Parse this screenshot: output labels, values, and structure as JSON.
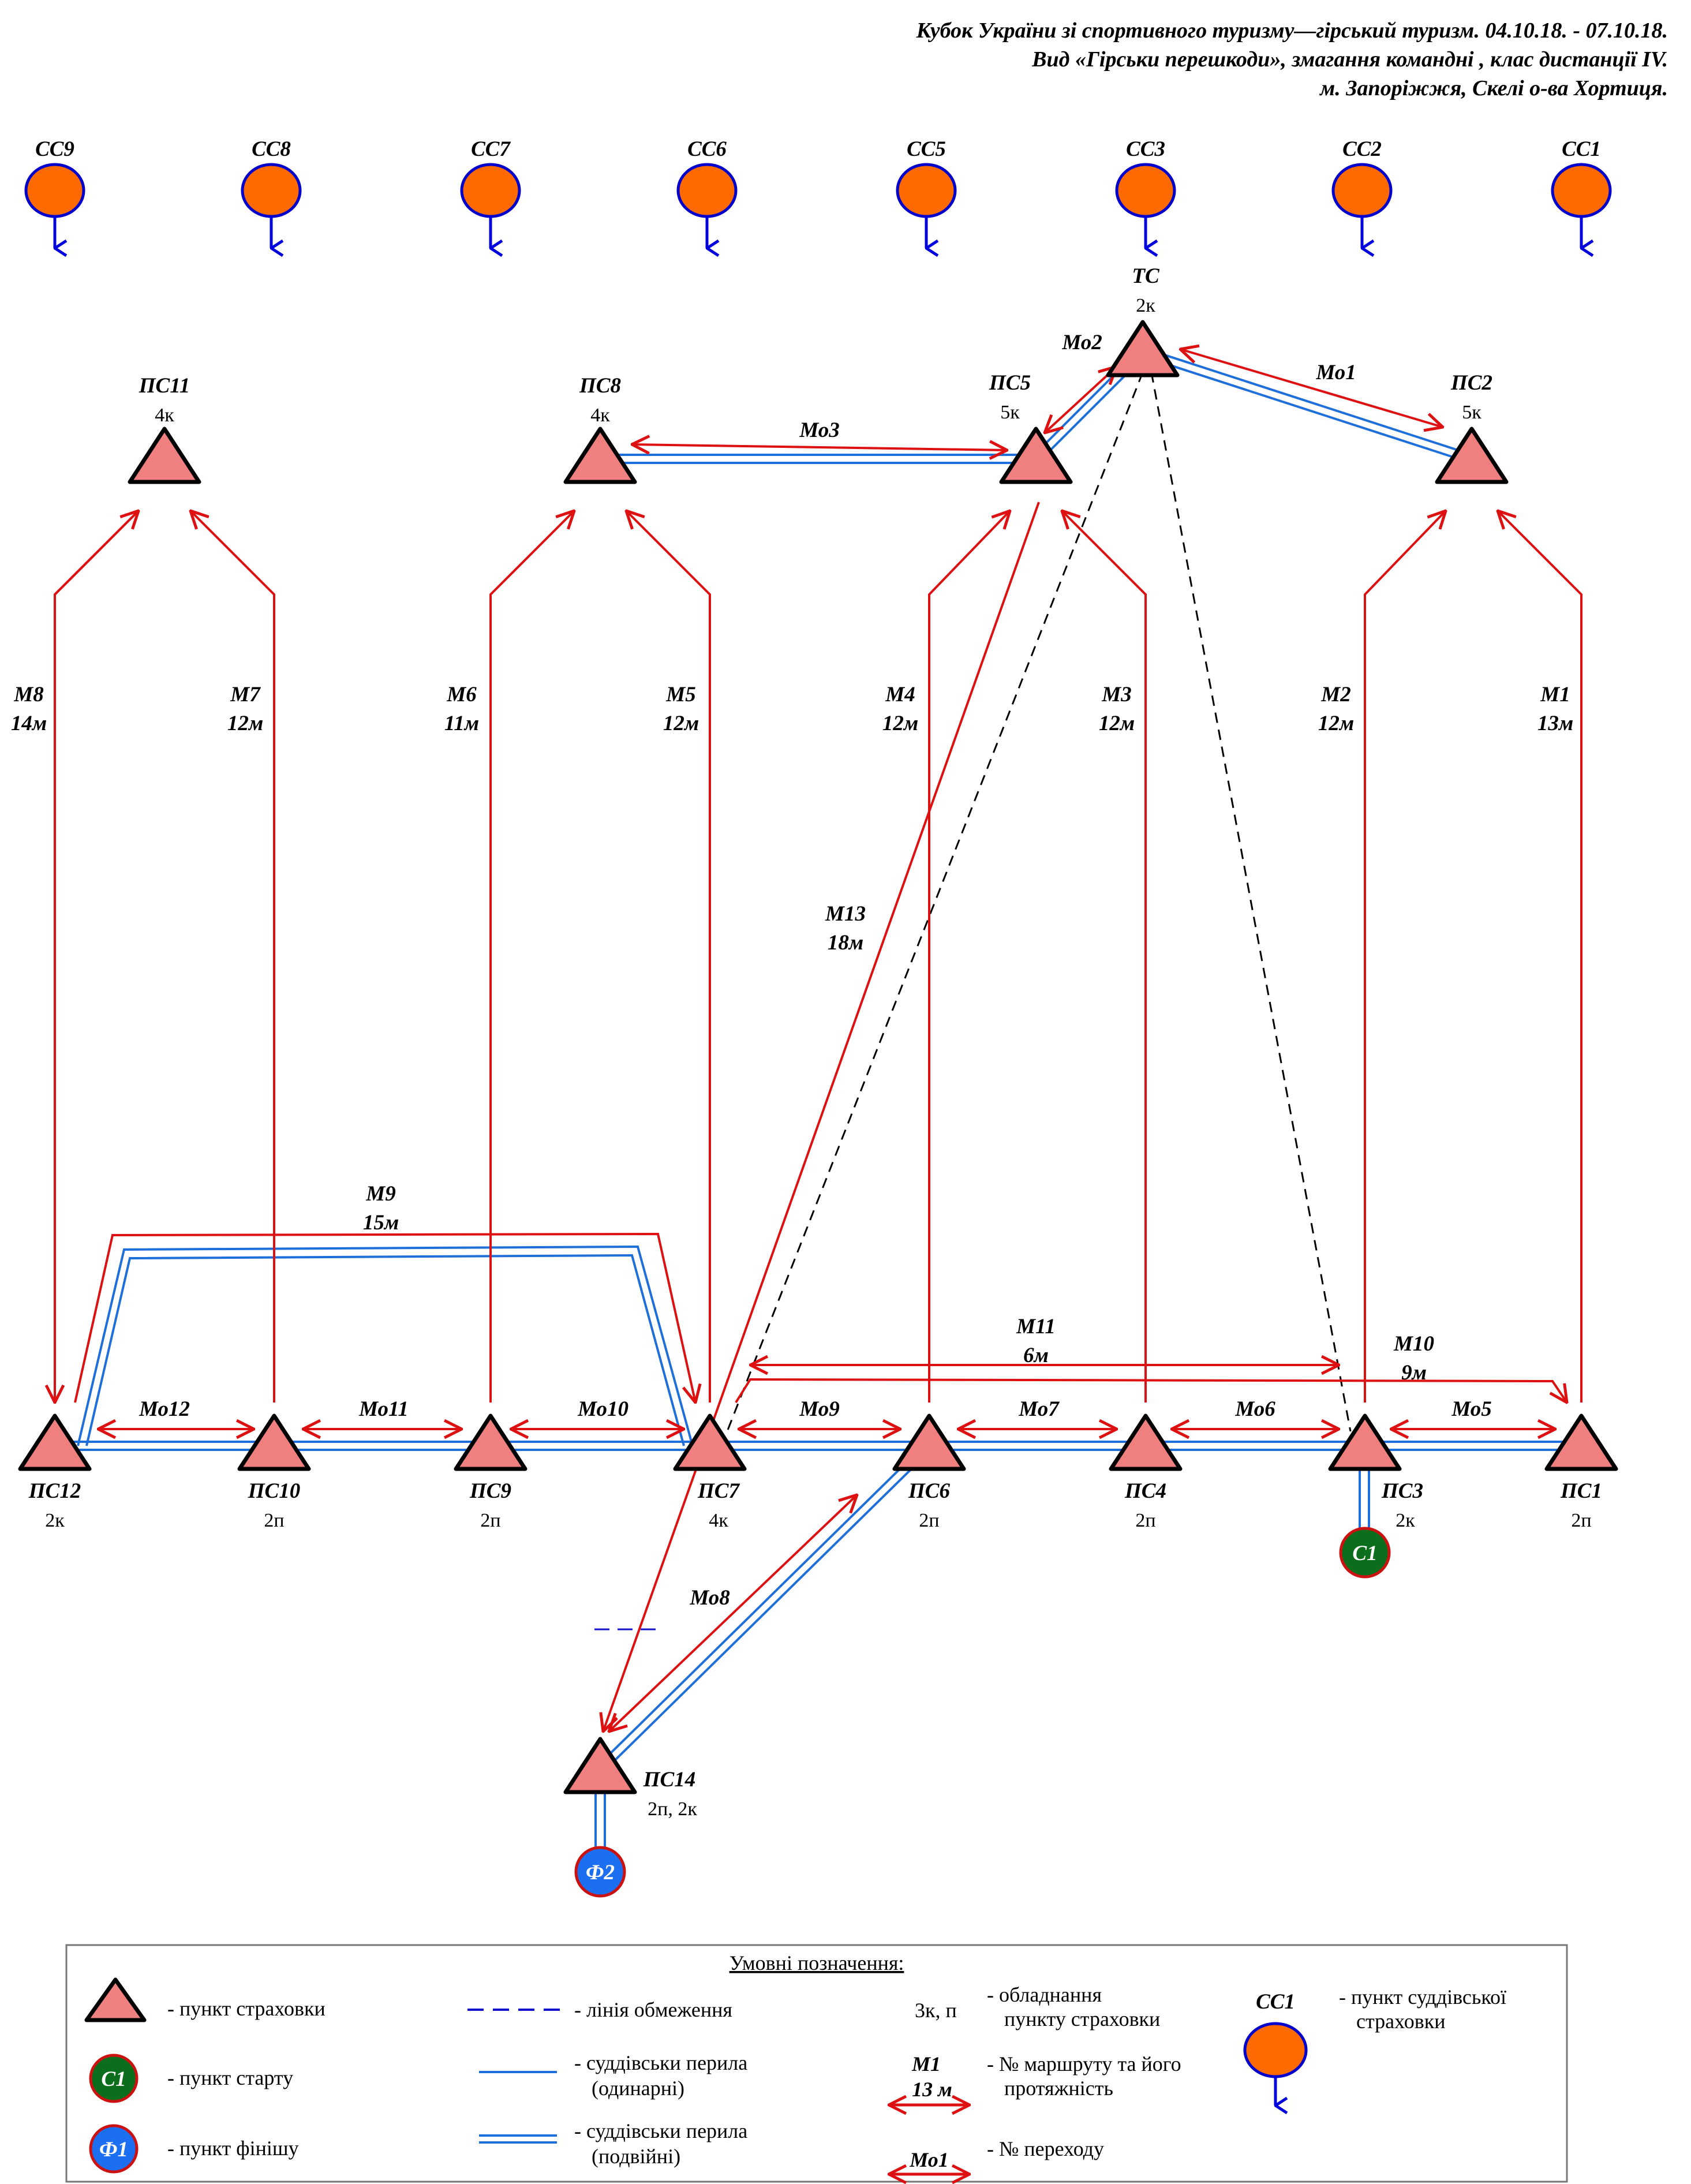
{
  "header": {
    "line1": "Кубок України зі спортивного туризму—гірський туризм. 04.10.18. - 07.10.18.",
    "line2": "Вид «Гірськи перешкоди», змагання командні , клас дистанції IV.",
    "line3": "м. Запоріжжя, Скелі о-ва Хортиця."
  },
  "colors": {
    "triangle_fill": "#f08080",
    "judge_fill": "#ff6a00",
    "start_fill": "#0b6e1c",
    "finish_fill": "#1c6ff0",
    "route_red": "#dd1111",
    "rail_blue": "#1e6fd9",
    "arrow_blue": "#0000dd"
  },
  "judges": [
    "СС9",
    "СС8",
    "СС7",
    "СС6",
    "СС5",
    "СС3",
    "СС2",
    "СС1"
  ],
  "points": [
    {
      "id": "TC",
      "label": "ТС",
      "equip": "2к"
    },
    {
      "id": "PS11",
      "label": "ПС11",
      "equip": "4к"
    },
    {
      "id": "PS8",
      "label": "ПС8",
      "equip": "4к"
    },
    {
      "id": "PS5",
      "label": "ПС5",
      "equip": "5к"
    },
    {
      "id": "PS2",
      "label": "ПС2",
      "equip": "5к"
    },
    {
      "id": "PS12",
      "label": "ПС12",
      "equip": "2к"
    },
    {
      "id": "PS10",
      "label": "ПС10",
      "equip": "2п"
    },
    {
      "id": "PS9",
      "label": "ПС9",
      "equip": "2п"
    },
    {
      "id": "PS7",
      "label": "ПС7",
      "equip": "4к"
    },
    {
      "id": "PS6",
      "label": "ПС6",
      "equip": "2п"
    },
    {
      "id": "PS4",
      "label": "ПС4",
      "equip": "2п"
    },
    {
      "id": "PS3",
      "label": "ПС3",
      "equip": "2к"
    },
    {
      "id": "PS1",
      "label": "ПС1",
      "equip": "2п"
    },
    {
      "id": "PS14",
      "label": "ПС14",
      "equip": "2п, 2к"
    }
  ],
  "routes": [
    {
      "id": "M1",
      "name": "М1",
      "length": "13м"
    },
    {
      "id": "M2",
      "name": "М2",
      "length": "12м"
    },
    {
      "id": "M3",
      "name": "М3",
      "length": "12м"
    },
    {
      "id": "M4",
      "name": "М4",
      "length": "12м"
    },
    {
      "id": "M5",
      "name": "М5",
      "length": "12м"
    },
    {
      "id": "M6",
      "name": "М6",
      "length": "11м"
    },
    {
      "id": "M7",
      "name": "М7",
      "length": "12м"
    },
    {
      "id": "M8",
      "name": "М8",
      "length": "14м"
    },
    {
      "id": "M9",
      "name": "М9",
      "length": "15м"
    },
    {
      "id": "M10",
      "name": "М10",
      "length": "9м"
    },
    {
      "id": "M11",
      "name": "М11",
      "length": "6м"
    },
    {
      "id": "M13",
      "name": "М13",
      "length": "18м"
    }
  ],
  "transitions": [
    {
      "id": "Mo1",
      "name": "Мо1"
    },
    {
      "id": "Mo2",
      "name": "Мо2"
    },
    {
      "id": "Mo3",
      "name": "Мо3"
    },
    {
      "id": "Mo5",
      "name": "Мо5"
    },
    {
      "id": "Mo6",
      "name": "Мо6"
    },
    {
      "id": "Mo7",
      "name": "Мо7"
    },
    {
      "id": "Mo8",
      "name": "Мо8"
    },
    {
      "id": "Mo9",
      "name": "Мо9"
    },
    {
      "id": "Mo10",
      "name": "Мо10"
    },
    {
      "id": "Mo11",
      "name": "Мо11"
    },
    {
      "id": "Mo12",
      "name": "Мо12"
    }
  ],
  "start": {
    "label": "С1"
  },
  "finish": {
    "label": "Ф2"
  },
  "legend": {
    "title": "Умовні позначення:",
    "belay_point": "- пункт страховки",
    "start_symbol": "С1",
    "start_point": "- пункт старту",
    "finish_symbol": "Ф1",
    "finish_point": "- пункт фінішу",
    "limit_line": "- лінія обмеження",
    "single_rail_1": "- суддівськи перила",
    "single_rail_2": "(одинарні)",
    "double_rail_1": "- суддівськи перила",
    "double_rail_2": "(подвійні)",
    "equip_sample": "3к, п",
    "equip_1": "- обладнання",
    "equip_2": "пункту страховки",
    "route_sample_name": "М1",
    "route_sample_len": "13 м",
    "route_1": "- № маршруту та його",
    "route_2": "протяжність",
    "transition_sample": "Мо1",
    "transition": "- № переходу",
    "judge_sample": "СС1",
    "judge_1": "- пункт суддівської",
    "judge_2": "страховки"
  }
}
